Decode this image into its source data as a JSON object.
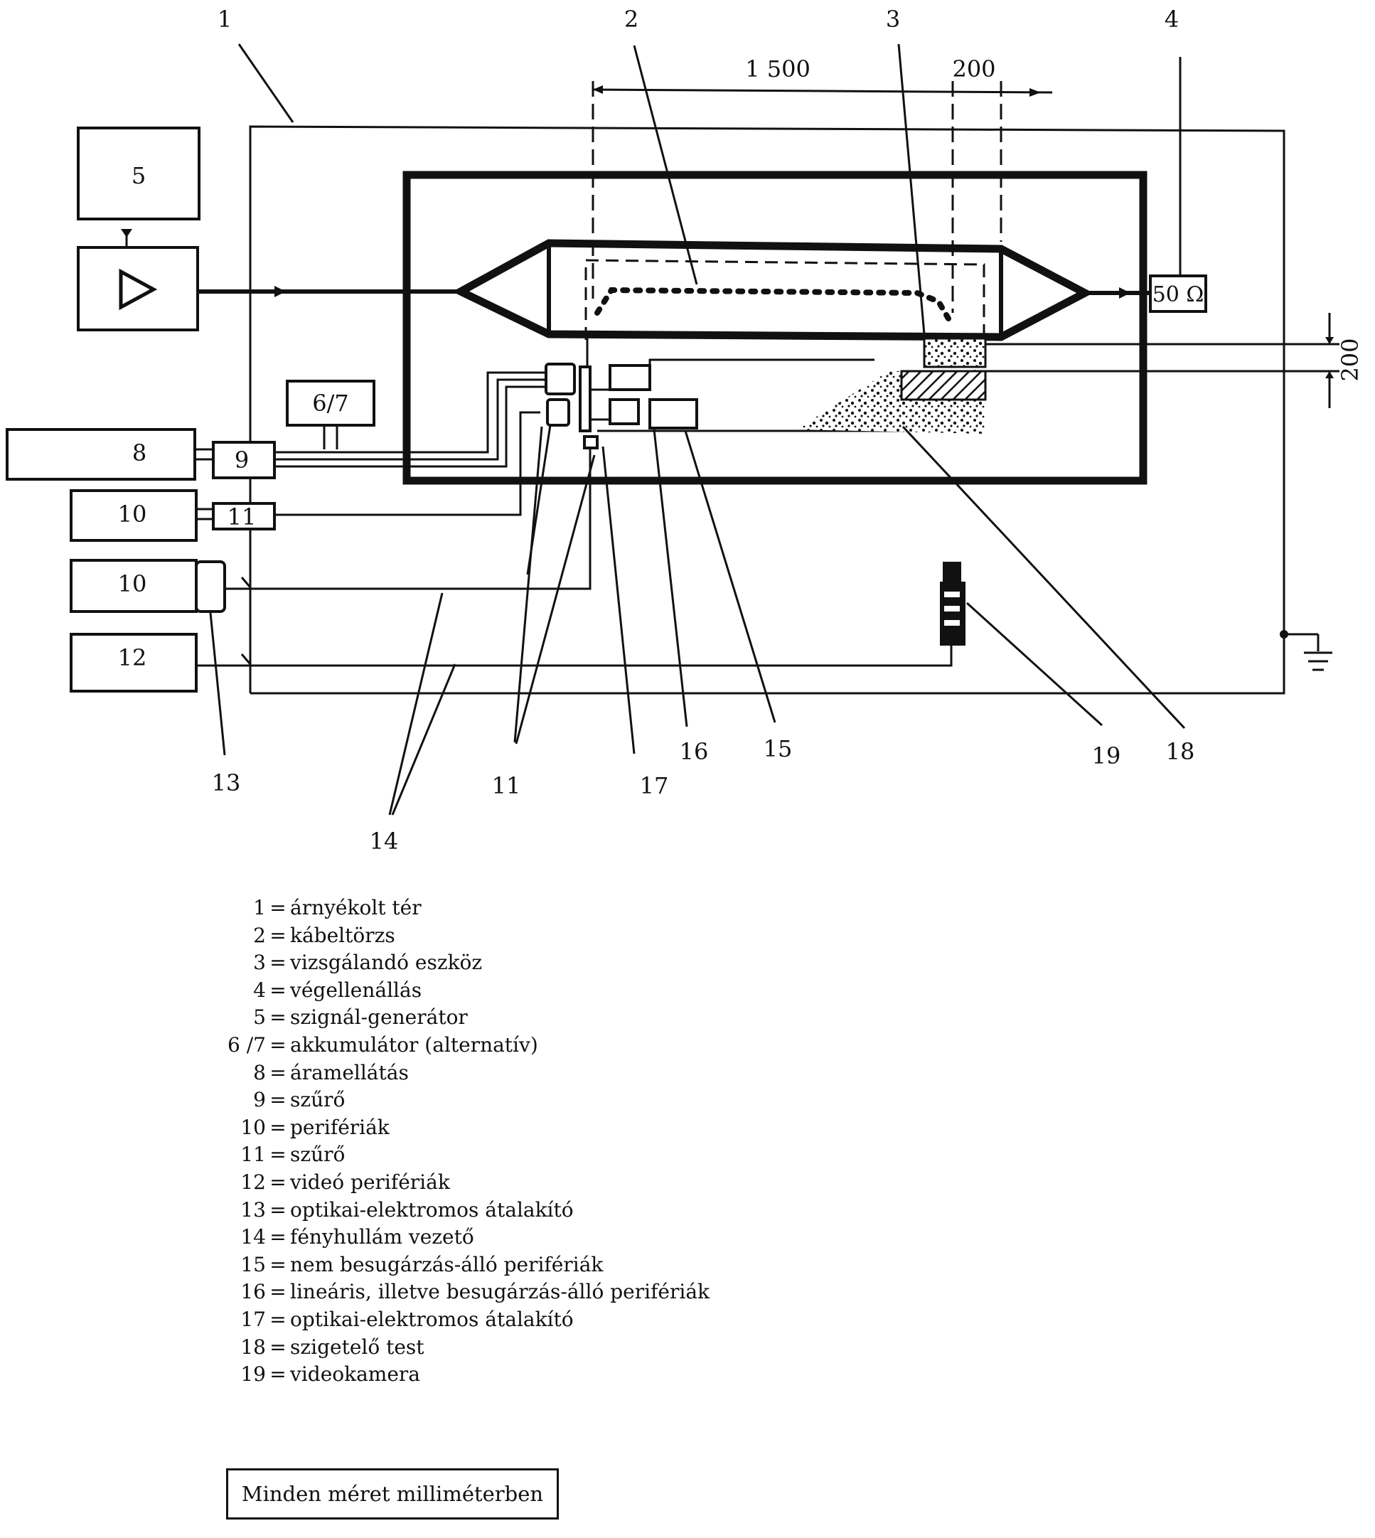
{
  "callouts": [
    "1",
    "2",
    "3",
    "4",
    "16",
    "15",
    "19",
    "18",
    "13",
    "11",
    "17",
    "14"
  ],
  "boxes": {
    "signal_generator": "5",
    "accumulator": "6/7",
    "power_supply": "8",
    "filter_9": "9",
    "peripheral_a": "10",
    "filter_11": "11",
    "peripheral_b": "10",
    "video_peripheral": "12",
    "termination": "50 Ω"
  },
  "dimensions": {
    "length_a": "1 500",
    "length_b": "200",
    "height": "200"
  },
  "legend": [
    {
      "num": "1",
      "text": "árnyékolt tér"
    },
    {
      "num": "2",
      "text": "kábeltörzs"
    },
    {
      "num": "3",
      "text": "vizsgálandó eszköz"
    },
    {
      "num": "4",
      "text": "végellenállás"
    },
    {
      "num": "5",
      "text": "szignál-generátor"
    },
    {
      "num": "6 /7",
      "text": "akkumulátor (alternatív)"
    },
    {
      "num": "8",
      "text": "áramellátás"
    },
    {
      "num": "9",
      "text": "szűrő"
    },
    {
      "num": "10",
      "text": "perifériák"
    },
    {
      "num": "11",
      "text": "szűrő"
    },
    {
      "num": "12",
      "text": "videó perifériák"
    },
    {
      "num": "13",
      "text": "optikai-elektromos átalakító"
    },
    {
      "num": "14",
      "text": "fényhullám vezető"
    },
    {
      "num": "15",
      "text": "nem besugárzás-álló perifériák"
    },
    {
      "num": "16",
      "text": "lineáris, illetve besugárzás-álló perifériák"
    },
    {
      "num": "17",
      "text": "optikai-elektromos átalakító"
    },
    {
      "num": "18",
      "text": "szigetelő test"
    },
    {
      "num": "19",
      "text": "videokamera"
    }
  ],
  "note": "Minden méret milliméterben"
}
